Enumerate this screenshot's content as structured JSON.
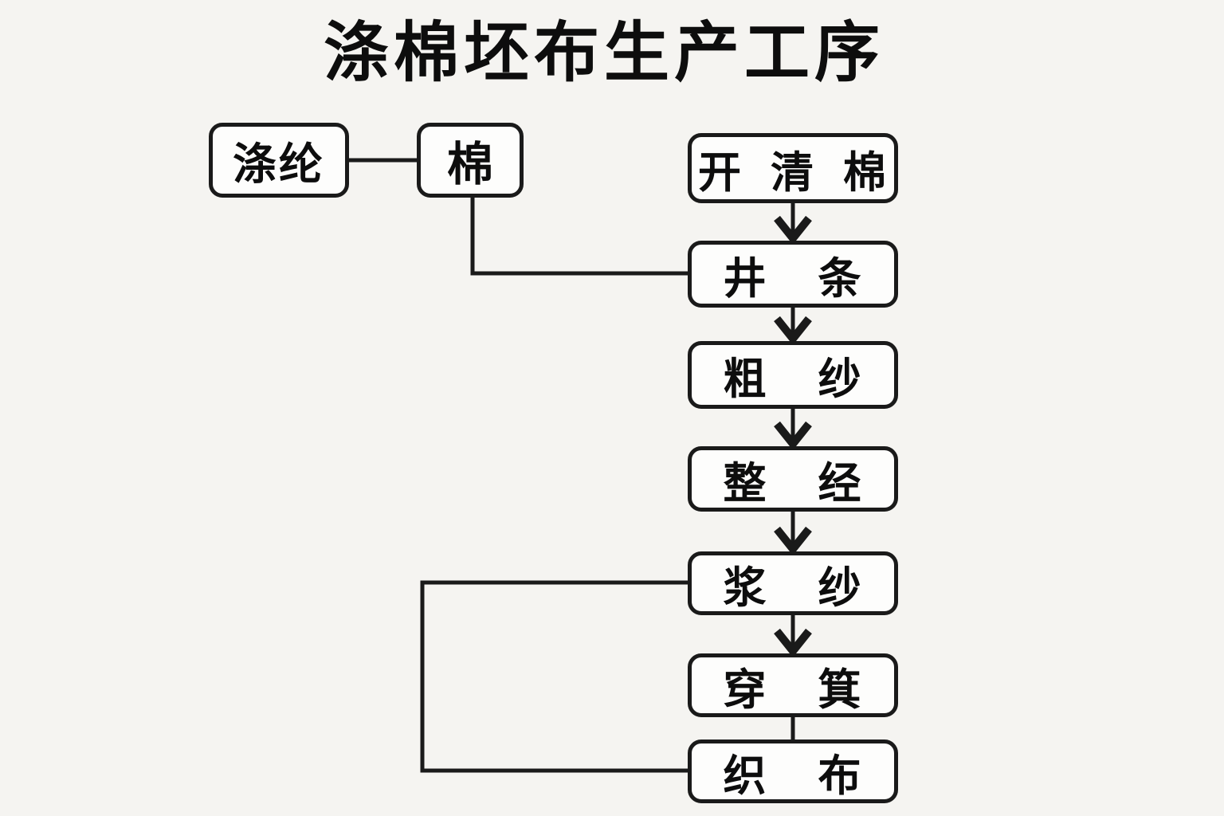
{
  "diagram": {
    "title": "涤棉坯布生产工序",
    "materials": [
      {
        "id": "polyester",
        "label": "涤纶"
      },
      {
        "id": "cotton",
        "label": "棉"
      }
    ],
    "steps": [
      {
        "id": "opening-cleaning",
        "label": "开 清 棉"
      },
      {
        "id": "drawing",
        "label": "井 条"
      },
      {
        "id": "roving",
        "label": "粗 纱"
      },
      {
        "id": "warping",
        "label": "整 经"
      },
      {
        "id": "sizing",
        "label": "浆 纱"
      },
      {
        "id": "drawing-in",
        "label": "穿 箕"
      },
      {
        "id": "weaving",
        "label": "织 布"
      }
    ],
    "edges": [
      {
        "from": "涤纶",
        "to": "棉",
        "arrow": false
      },
      {
        "from": "棉",
        "to": "井 条",
        "arrow": false
      },
      {
        "from": "开 清 棉",
        "to": "井 条",
        "arrow": true
      },
      {
        "from": "井 条",
        "to": "粗 纱",
        "arrow": true
      },
      {
        "from": "粗 纱",
        "to": "整 经",
        "arrow": true
      },
      {
        "from": "整 经",
        "to": "浆 纱",
        "arrow": true
      },
      {
        "from": "浆 纱",
        "to": "穿 箕",
        "arrow": true
      },
      {
        "from": "穿 箕",
        "to": "织 布",
        "arrow": false
      },
      {
        "from": "浆 纱",
        "to": "织 布",
        "arrow": false
      }
    ],
    "colors": {
      "background": "#f5f4f1",
      "node_fill": "#fdfdfc",
      "stroke": "#1a1a1a",
      "text": "#0d0d0d"
    }
  }
}
